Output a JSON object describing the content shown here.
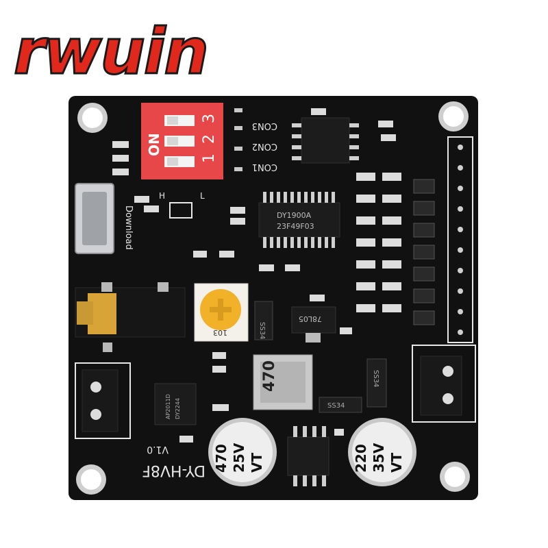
{
  "brand": {
    "logo_text": "rwuin"
  },
  "board": {
    "model": "DY-HV8F",
    "version": "V1.0",
    "silk_download": "Download",
    "silk_h": "H",
    "silk_l": "L",
    "dip_on": "ON",
    "dip_numbers": [
      "1",
      "2",
      "3"
    ],
    "connectors": [
      "CON3",
      "CON2",
      "CON1"
    ],
    "main_ic": {
      "line1": "DY1900A",
      "line2": "23F49F03"
    },
    "regulator": "78L05",
    "trimmer": "103",
    "inductor": "470",
    "diodes": [
      "SS34",
      "SS34",
      "SS34"
    ],
    "amp_ic": {
      "line1": "AP2011D",
      "line2": "DY2244"
    },
    "capacitor_left": [
      "470",
      "25V",
      "VT"
    ],
    "capacitor_right": [
      "220",
      "35V",
      "VT"
    ]
  },
  "colors": {
    "pcb": "#111111",
    "silkscreen": "#e8e8e8",
    "dip_switch": "#e8474a",
    "logo": "#e0281c",
    "trimmer": "#f1b22a",
    "jack": "#d8a437"
  }
}
